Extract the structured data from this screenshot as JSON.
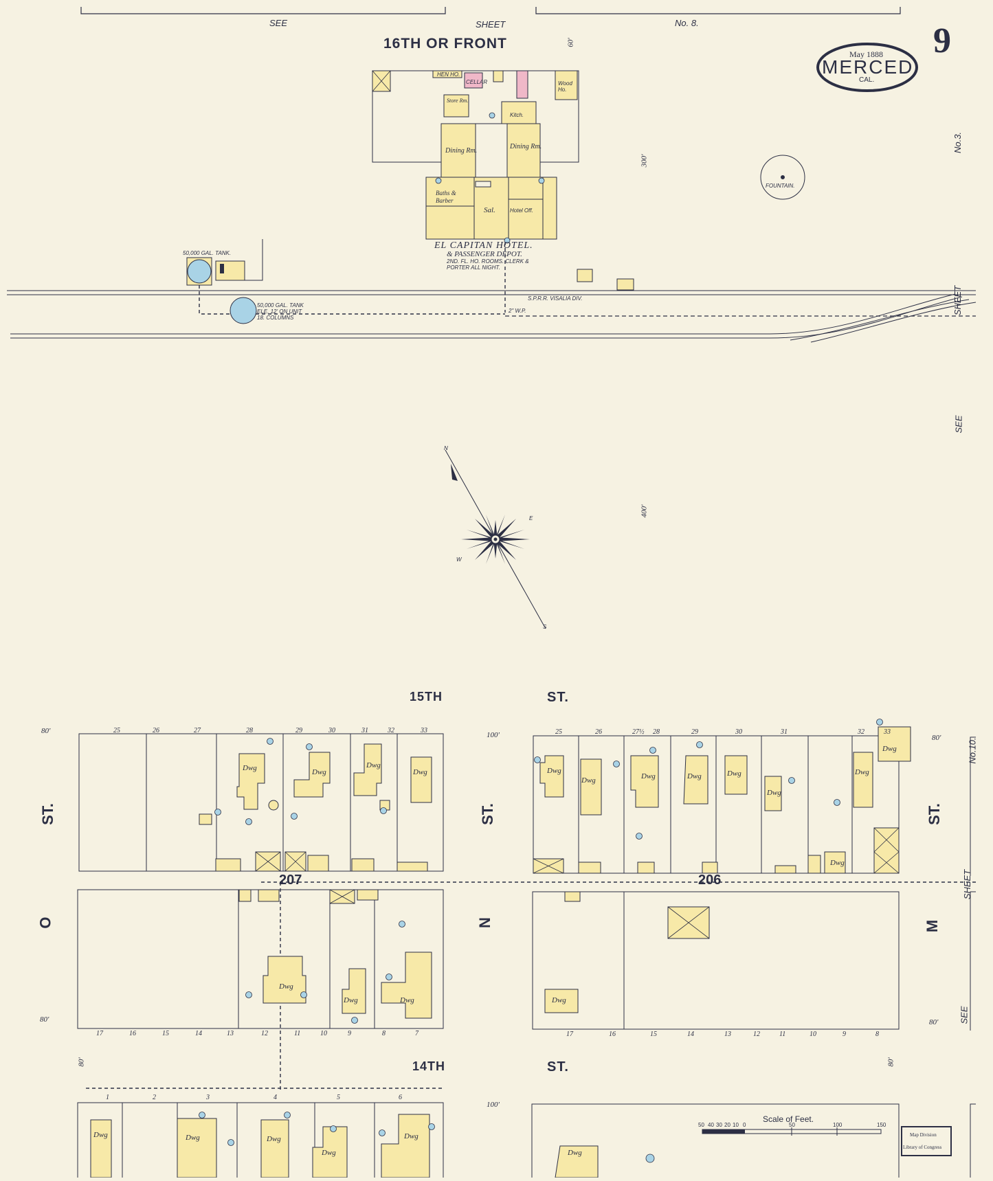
{
  "header": {
    "see": "SEE",
    "sheet": "SHEET",
    "sheet_no": "No. 8.",
    "top_street": "16TH OR FRONT",
    "page_number": "9"
  },
  "stamp": {
    "date": "May 1888",
    "city": "MERCED",
    "state": "CAL."
  },
  "right_margin": {
    "no3": "No.3.",
    "see": "SEE",
    "sheet": "SHEET",
    "no10": "No.10.",
    "sheet2": "SHEET",
    "see2": "SEE"
  },
  "hotel": {
    "name": "EL CAPITAN HOTEL.",
    "subtitle": "& PASSENGER DEPOT.",
    "note1": "2ND. FL. HO. ROOMS. CLERK & PORTER ALL NIGHT.",
    "rooms": {
      "store_rm": "Store Rm.",
      "dining1": "Dining Rm.",
      "dining2": "Dining Rm.",
      "baths": "Baths & Barber",
      "sal": "Sal.",
      "hotel_off": "Hotel Off.",
      "kitch": "Kitch.",
      "cellar": "CELLAR",
      "wood_ho": "Wood Ho.",
      "hen_ho": "HEN HO."
    }
  },
  "features": {
    "fountain": "FOUNTAIN.",
    "tank1": "50,000 GAL. TANK.",
    "tank2": "50,000 GAL. TANK ELE. 12' ON UNIT 18. COLUMNS",
    "railroad": "S.P.R.R. VISALIA DIV.",
    "water_main": "2\" W.P."
  },
  "streets": {
    "fifteenth": "15TH",
    "fifteenth_st": "ST.",
    "fourteenth": "14TH",
    "fourteenth_st": "ST.",
    "o_st_a": "ST.",
    "o_st_b": "O",
    "n_st_a": "ST.",
    "n_st_b": "N",
    "m_st_a": "ST.",
    "m_st_b": "M"
  },
  "blocks": {
    "b207": "207",
    "b206": "206"
  },
  "dwelling": "Dwg",
  "widths": {
    "w80": "80'",
    "w100": "100'",
    "w60": "60'",
    "w300": "300'",
    "w400": "400'"
  },
  "lots_north_207": [
    "25",
    "26",
    "27",
    "28",
    "29",
    "30",
    "31",
    "32",
    "33"
  ],
  "lots_south_207": [
    "17",
    "16",
    "15",
    "14",
    "13",
    "12",
    "11",
    "10",
    "9",
    "8",
    "7"
  ],
  "lots_north_206": [
    "25",
    "26",
    "27½",
    "28",
    "29",
    "30",
    "31",
    "32",
    "33"
  ],
  "lots_south_206": [
    "17",
    "16",
    "15",
    "14",
    "13",
    "12",
    "11",
    "10",
    "9",
    "8"
  ],
  "lots_bottom": [
    "1",
    "2",
    "3",
    "4",
    "5",
    "6"
  ],
  "scale": {
    "title": "Scale of Feet.",
    "ticks": [
      "50",
      "40",
      "30",
      "20",
      "10",
      "0",
      "50",
      "100",
      "150"
    ]
  },
  "library_stamp": {
    "line1": "Map Division",
    "line2": "Library of Congress"
  },
  "compass": {
    "n": "N",
    "s": "S",
    "e": "E",
    "w": "W"
  },
  "colors": {
    "paper": "#f6f2e2",
    "building": "#f7e9a8",
    "ink": "#2c2f44",
    "water": "#a9d3e6",
    "brick_pink": "#f0b8c8"
  }
}
